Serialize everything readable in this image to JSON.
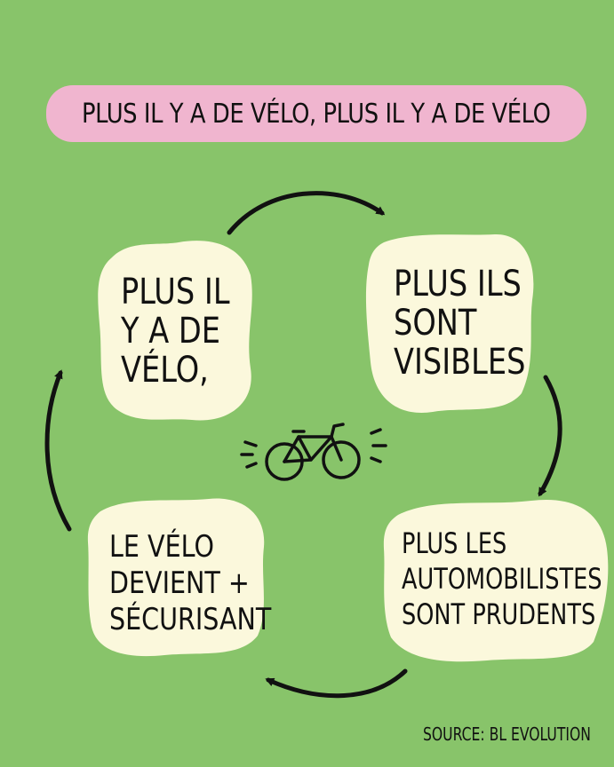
{
  "banner": {
    "title": "PLUS IL Y A DE VÉLO, PLUS IL Y A DE VÉLO"
  },
  "cycle": {
    "top_left": {
      "lines": [
        "PLUS IL",
        "Y A DE",
        "VÉLO,"
      ]
    },
    "top_right": {
      "lines": [
        "PLUS ILS",
        "SONT",
        "VISIBLES"
      ]
    },
    "bottom_right": {
      "lines": [
        "PLUS LES",
        "AUTOMOBILISTES",
        "SONT PRUDENTS"
      ]
    },
    "bottom_left": {
      "lines": [
        "LE VÉLO",
        "DEVIENT +",
        "SÉCURISANT"
      ]
    }
  },
  "center_icon": "bicycle-icon",
  "source": "SOURCE: BL EVOLUTION",
  "colors": {
    "background": "#88c46a",
    "banner": "#f0b5cf",
    "blob": "#fbf8dc",
    "ink": "#111111"
  }
}
